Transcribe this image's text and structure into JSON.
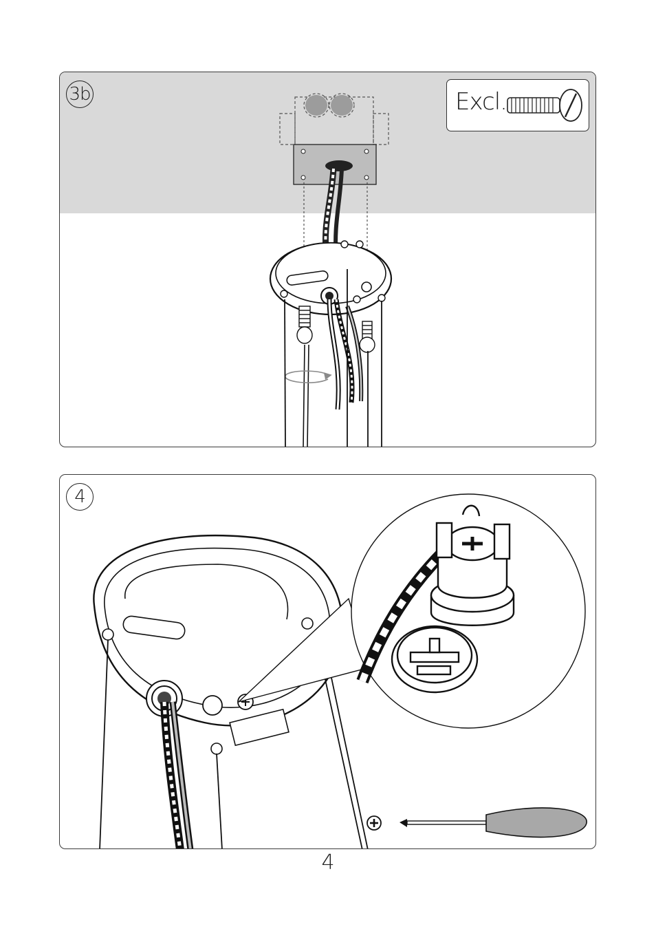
{
  "steps": [
    {
      "id": "3b",
      "label": "3b",
      "note": "Excl."
    },
    {
      "id": "4",
      "label": "4"
    }
  ],
  "page": {
    "number": "4"
  },
  "colors": {
    "ceiling": "#d9d9d9",
    "line": "#1a1a1a",
    "screwdriver_handle": "#a8a8a8",
    "junction_box": "#bdbdbd"
  },
  "icons": [
    "screw-icon",
    "phillips-head-icon",
    "screwdriver-icon",
    "rotate-arrow-icon"
  ]
}
